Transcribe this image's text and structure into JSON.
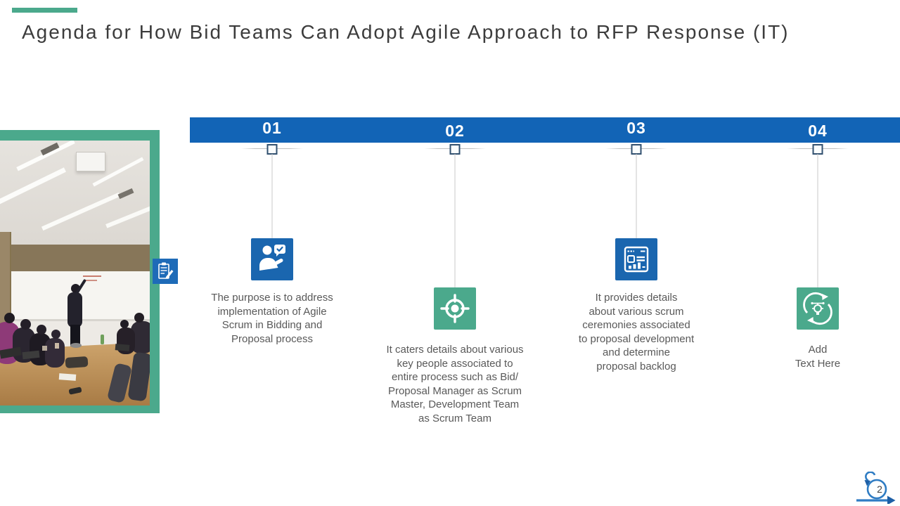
{
  "header": {
    "title": "Agenda for How Bid Teams Can Adopt Agile Approach to RFP Response (IT)"
  },
  "colors": {
    "accent_green": "#4BA98C",
    "band_blue": "#1264B6",
    "tile_blue": "#1A66AF",
    "tile_green": "#4BA98C",
    "body_text": "#595959",
    "title_text": "#3C3C3C"
  },
  "photo": {
    "description": "team-meeting-in-conference-room-photo",
    "badge_icon": "clipboard-pencil-icon"
  },
  "timeline": {
    "items": [
      {
        "number": "01",
        "icon": "person-chat-check-icon",
        "color": "#1A66AF",
        "description": "The purpose is to address\nimplementation of Agile\nScrum in Bidding and\nProposal process"
      },
      {
        "number": "02",
        "icon": "target-icon",
        "color": "#4BA98C",
        "description": "It caters details about various\nkey people associated to\nentire process such as Bid/\nProposal Manager as Scrum\nMaster, Development Team\nas Scrum Team"
      },
      {
        "number": "03",
        "icon": "web-layout-icon",
        "color": "#1A66AF",
        "description": "It provides details\nabout various scrum\nceremonies associated\nto proposal development\nand determine\nproposal backlog"
      },
      {
        "number": "04",
        "icon": "lightbulb-iteration-icon",
        "color": "#4BA98C",
        "description": "Add\nText Here"
      }
    ]
  },
  "footer": {
    "icon": "agile-sprint-loop-icon",
    "page_number": "2"
  }
}
